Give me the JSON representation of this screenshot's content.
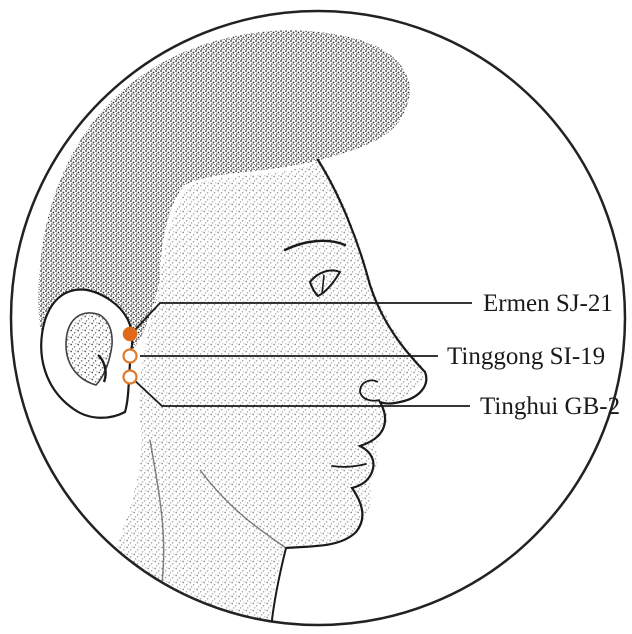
{
  "colors": {
    "outline": "#1a1a1a",
    "stipple": "#4a4a4a",
    "point_filled": "#e06a1a",
    "point_open": "#e07a2a",
    "background": "#ffffff"
  },
  "points": [
    {
      "name": "Ermen SJ-21",
      "style": "filled"
    },
    {
      "name": "Tinggong SI-19",
      "style": "open"
    },
    {
      "name": "Tinghui GB-2",
      "style": "open"
    }
  ],
  "labels": {
    "ermen": "Ermen SJ-21",
    "tinggong": "Tinggong SI-19",
    "tinghui": "Tinghui GB-2"
  }
}
